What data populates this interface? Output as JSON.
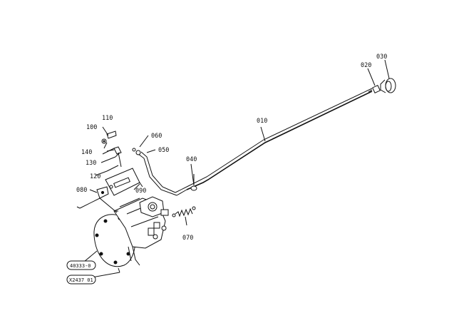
{
  "callouts": {
    "c010": "010",
    "c020": "020",
    "c030": "030",
    "c040": "040",
    "c050": "050",
    "c060": "060",
    "c070": "070",
    "c080": "080",
    "c090": "090",
    "c100": "100",
    "c110": "110",
    "c120": "120",
    "c130": "130",
    "c140": "140"
  },
  "ref_codes": {
    "top": "40333-0",
    "bottom": "X2437 01"
  }
}
